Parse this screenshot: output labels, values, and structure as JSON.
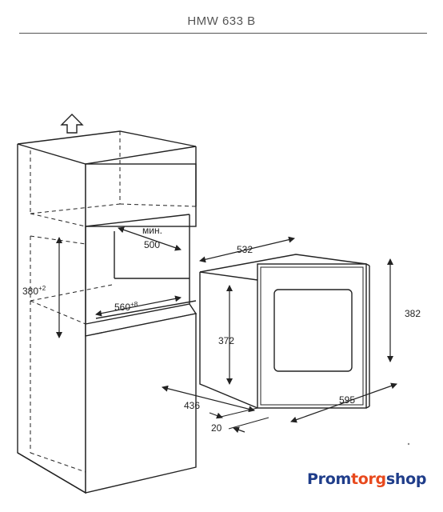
{
  "header": {
    "title": "HMW 633 B"
  },
  "dimensions": {
    "min_label": "мин.",
    "min_value": "500",
    "niche_height": "380",
    "niche_height_tol": "+2",
    "niche_width": "560",
    "niche_width_tol": "+8",
    "oven_width": "532",
    "oven_height": "372",
    "front_height": "382",
    "depth": "436",
    "front_width": "595",
    "front_offset": "20"
  },
  "logo": {
    "part1": "Prom",
    "part2": "torg",
    "part3": "shop"
  }
}
